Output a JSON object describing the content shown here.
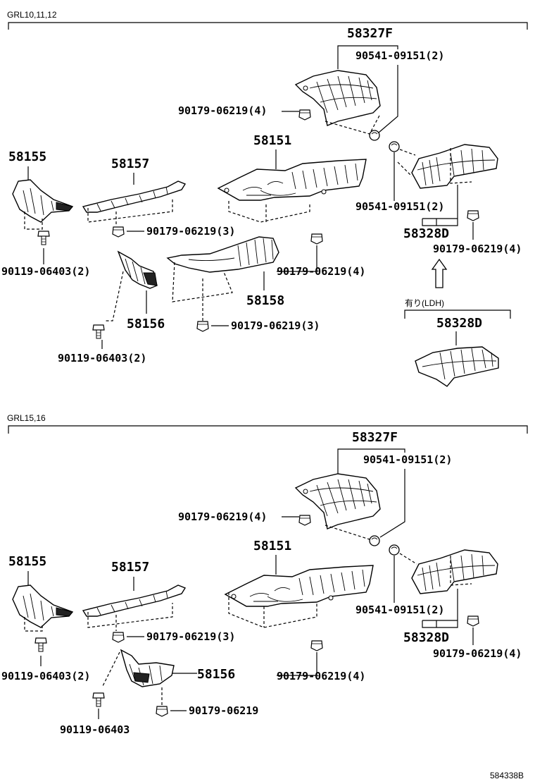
{
  "sections": [
    {
      "label": "GRL10,11,12",
      "labels": {
        "p58327F": "58327F",
        "p90541_top": "90541-09151(2)",
        "p90179_top": "90179-06219(4)",
        "p58151": "58151",
        "p58155": "58155",
        "p58157": "58157",
        "p90179_58157": "90179-06219(3)",
        "p90119_a": "90119-06403(2)",
        "p90179_mid": "90179-06219(4)",
        "p58158": "58158",
        "p58156": "58156",
        "p90179_58158": "90179-06219(3)",
        "p90119_b": "90119-06403(2)",
        "p90541_right": "90541-09151(2)",
        "p58328D": "58328D",
        "p90179_right": "90179-06219(4)",
        "ldh_caption": "有り(LDH)",
        "p58328D_ldh": "58328D"
      }
    },
    {
      "label": "GRL15,16",
      "labels": {
        "p58327F": "58327F",
        "p90541_top": "90541-09151(2)",
        "p90179_top": "90179-06219(4)",
        "p58151": "58151",
        "p58155": "58155",
        "p58157": "58157",
        "p90179_58157": "90179-06219(3)",
        "p90119_a": "90119-06403(2)",
        "p90179_mid": "90179-06219(4)",
        "p58156": "58156",
        "p90179_58156": "90179-06219",
        "p90119_b": "90119-06403",
        "p90541_right": "90541-09151(2)",
        "p58328D": "58328D",
        "p90179_right": "90179-06219(4)"
      }
    }
  ],
  "footer_code": "584338B"
}
